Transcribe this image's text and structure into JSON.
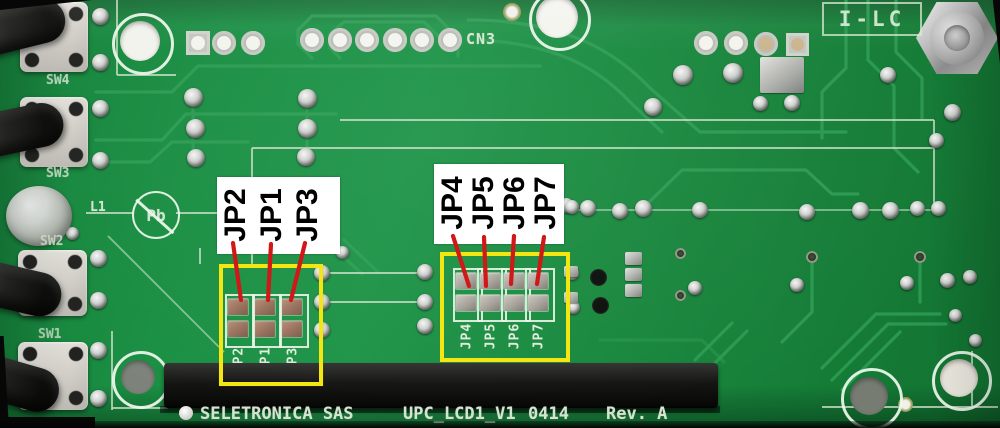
{
  "pcb": {
    "silkscreen": {
      "manufacturer": "SELETRONICA SAS",
      "board_name": "UPC_LCD1_V1",
      "date_code": "0414",
      "revision": "Rev. A",
      "corner_marking": "I-LC",
      "connector_label": "CN3",
      "led_label": "L1",
      "lead_free_symbol": "Pb",
      "switch_labels": [
        "SW4",
        "SW3",
        "SW2",
        "SW1"
      ],
      "left_jumper_pads": [
        "JP2",
        "JP1",
        "JP3"
      ],
      "right_jumper_pads": [
        "JP4",
        "JP5",
        "JP6",
        "JP7"
      ]
    },
    "annotations": {
      "left_labels": [
        "JP2",
        "JP1",
        "JP3"
      ],
      "right_labels": [
        "JP4",
        "JP5",
        "JP6",
        "JP7"
      ]
    },
    "colors": {
      "board_green": "#1a8a40",
      "trace_green": "#2f9e55",
      "silkscreen_white": "#dcead8",
      "highlight_yellow": "#f2e712",
      "leader_red": "#d01818",
      "annotation_text": "#000000"
    }
  }
}
